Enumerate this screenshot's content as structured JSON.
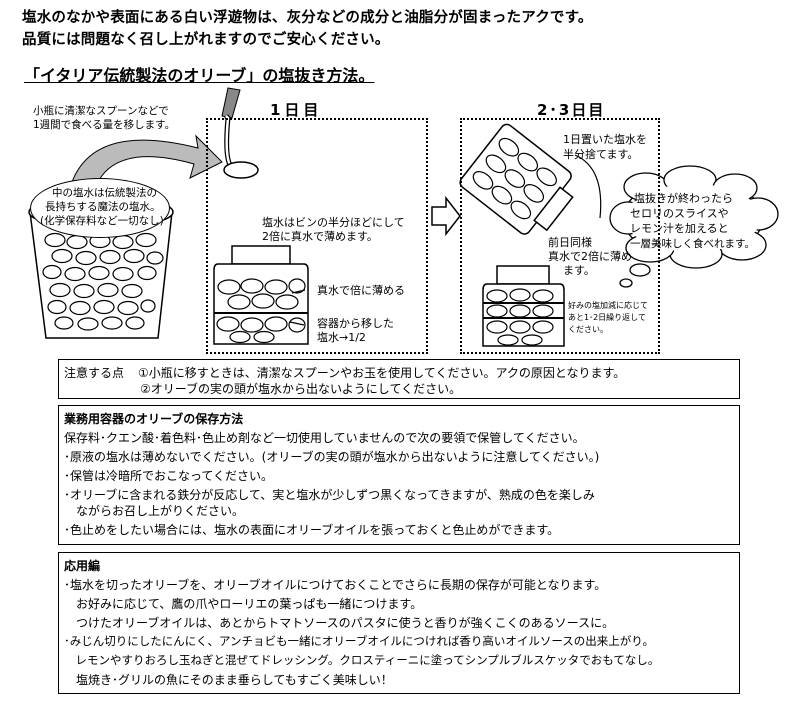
{
  "intro": {
    "line1": "塩水のなかや表面にある白い浮遊物は、灰分などの成分と油脂分が固まったアクです。",
    "line2": "品質には問題なく召し上がれますのでご安心ください。"
  },
  "title": "「イタリア伝統製法のオリーブ」の塩抜き方法。",
  "illustration": {
    "spoon_note_1": "小瓶に清潔なスプーンなどで",
    "spoon_note_2": "1週間で食べる量を移します。",
    "bucket_note_1": "中の塩水は伝統製法の",
    "bucket_note_2": "長持ちする魔法の塩水。",
    "bucket_note_3": "(化学保存料など一切なし)",
    "day1": {
      "heading": "1日目",
      "note_1": "塩水はビンの半分ほどにして",
      "note_2": "2倍に真水で薄めます。",
      "label_water": "真水で倍に薄める",
      "label_brine_1": "容器から移した",
      "label_brine_2": "塩水→1/2"
    },
    "day23": {
      "heading": "2･3日目",
      "pour_note_1": "1日置いた塩水を",
      "pour_note_2": "半分捨てます。",
      "same_note_1": "前日同様",
      "same_note_2": "真水で2倍に薄め",
      "same_note_3": "ます。",
      "repeat_note_1": "好みの塩加減に応じて",
      "repeat_note_2": "あと1･2日繰り返して",
      "repeat_note_3": "ください。"
    },
    "bubble_1": "塩抜きが終わったら",
    "bubble_2": "セロリのスライスや",
    "bubble_3": "レモン汁を加えると",
    "bubble_4": "一層美味しく食べれます。"
  },
  "caution": {
    "label": "注意する点",
    "item1": "①小瓶に移すときは、清潔なスプーンやお玉を使用してください。アクの原因となります。",
    "item2": "②オリーブの実の頭が塩水から出ないようにしてください。"
  },
  "storage": {
    "heading": "業務用容器のオリーブの保存方法",
    "lines": [
      "保存料･クエン酸･着色料･色止め剤など一切使用していませんので次の要領で保管してください。",
      "･原液の塩水は薄めないでください。(オリーブの実の頭が塩水から出ないように注意してください。)",
      "･保管は冷暗所でおこなってください。",
      "･オリーブに含まれる鉄分が反応して、実と塩水が少しずつ黒くなってきますが、熟成の色を楽しみ",
      "　ながらお召し上がりください。",
      "･色止めをしたい場合には、塩水の表面にオリーブオイルを張っておくと色止めができます。"
    ]
  },
  "applied": {
    "heading": "応用編",
    "lines": [
      "･塩水を切ったオリーブを、オリーブオイルにつけておくことでさらに長期の保存が可能となります。",
      "　お好みに応じて、鷹の爪やローリエの葉っぱも一緒につけます。",
      "　つけたオリーブオイルは、あとからトマトソースのパスタに使うと香りが強くこくのあるソースに。",
      "･みじん切りにしたにんにく、アンチョビも一緒にオリーブオイルにつければ香り高いオイルソースの出来上がり。",
      "　レモンやすりおろし玉ねぎと混ぜてドレッシング。クロスティーニに塗ってシンプルブルスケッタでおもてなし。",
      "　塩焼き･グリルの魚にそのまま垂らしてもすごく美味しい！"
    ]
  }
}
